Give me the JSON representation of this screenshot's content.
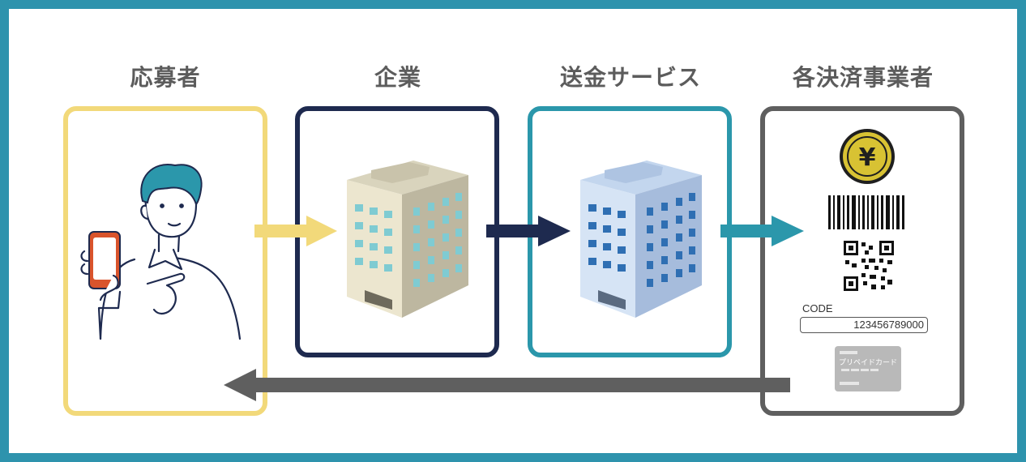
{
  "actors": [
    {
      "label": "応募者",
      "color": "#f2d97a"
    },
    {
      "label": "企業",
      "color": "#1e2a4f"
    },
    {
      "label": "送金サービス",
      "color": "#2b97ab"
    },
    {
      "label": "各決済事業者",
      "color": "#5f5f5f"
    }
  ],
  "arrows": [
    {
      "from": "応募者",
      "to": "企業",
      "color": "#f2d97a"
    },
    {
      "from": "企業",
      "to": "送金サービス",
      "color": "#1e2a4f"
    },
    {
      "from": "送金サービス",
      "to": "各決済事業者",
      "color": "#2b97ab"
    },
    {
      "from": "各決済事業者",
      "to": "応募者",
      "color": "#5f5f5f"
    }
  ],
  "payment": {
    "yen_symbol": "¥",
    "code_label": "CODE",
    "code_value": "123456789000",
    "card_label": "プリペイドカード"
  },
  "icons": [
    "person-with-phone-icon",
    "company-building-icon",
    "service-building-icon",
    "yen-coin-icon",
    "barcode-icon",
    "qr-code-icon",
    "prepaid-card-icon"
  ]
}
